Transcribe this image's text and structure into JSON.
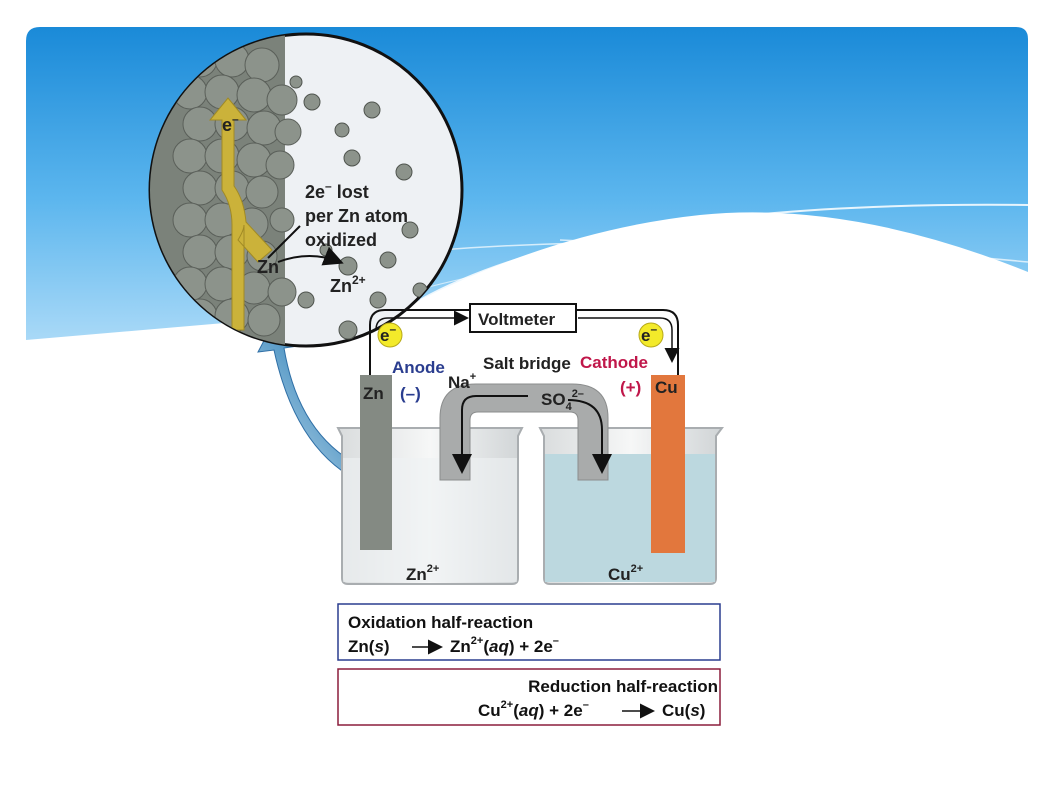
{
  "colors": {
    "sky": "#1e8fdc",
    "anode_text": "#2a3d8f",
    "cathode_text": "#c0174a",
    "zinc_electrode": "#848a83",
    "copper_electrode": "#e2773d",
    "copper_solution": "#bcd8df",
    "electron_marker": "#f3ea2a",
    "oxidation_box_border": "#2a3d8f",
    "reduction_box_border": "#8b1d3c",
    "zoom_arrow": "#3f83b5"
  },
  "icons": [
    "electron-flow-arrow",
    "zoom-arrow",
    "electron-marker"
  ],
  "magnified": {
    "electron": "e",
    "electron_charge": "–",
    "lost_line1": "2e",
    "lost_charge": "–",
    "lost_suffix": " lost",
    "lost_line2": "per Zn atom",
    "lost_line3": "oxidized",
    "zn_label": "Zn",
    "zn_ion": "Zn",
    "zn_ion_charge": "2+"
  },
  "circuit": {
    "voltmeter": "Voltmeter",
    "electron_left": "e",
    "electron_left_charge": "–",
    "electron_right": "e",
    "electron_right_charge": "–"
  },
  "cell": {
    "anode": "Anode",
    "anode_sign": "(–)",
    "cathode": "Cathode",
    "cathode_sign": "(+)",
    "salt_bridge": "Salt bridge",
    "na_ion": "Na",
    "na_charge": "+",
    "so4": "SO",
    "so4_sub": "4",
    "so4_charge": "2–",
    "zn_electrode": "Zn",
    "cu_electrode": "Cu",
    "zn_solution": "Zn",
    "zn_solution_charge": "2+",
    "cu_solution": "Cu",
    "cu_solution_charge": "2+"
  },
  "oxidation": {
    "title": "Oxidation half-reaction",
    "lhs_a": "Zn(",
    "lhs_state": "s",
    "lhs_b": ")",
    "rhs_a": "Zn",
    "rhs_charge": "2+",
    "rhs_b": "(",
    "rhs_state": "aq",
    "rhs_c": ") + 2e",
    "rhs_e_charge": "–"
  },
  "reduction": {
    "title": "Reduction half-reaction",
    "lhs_a": "Cu",
    "lhs_charge": "2+",
    "lhs_b": "(",
    "lhs_state": "aq",
    "lhs_c": ") + 2e",
    "lhs_e_charge": "–",
    "rhs_a": "Cu(",
    "rhs_state": "s",
    "rhs_b": ")"
  }
}
